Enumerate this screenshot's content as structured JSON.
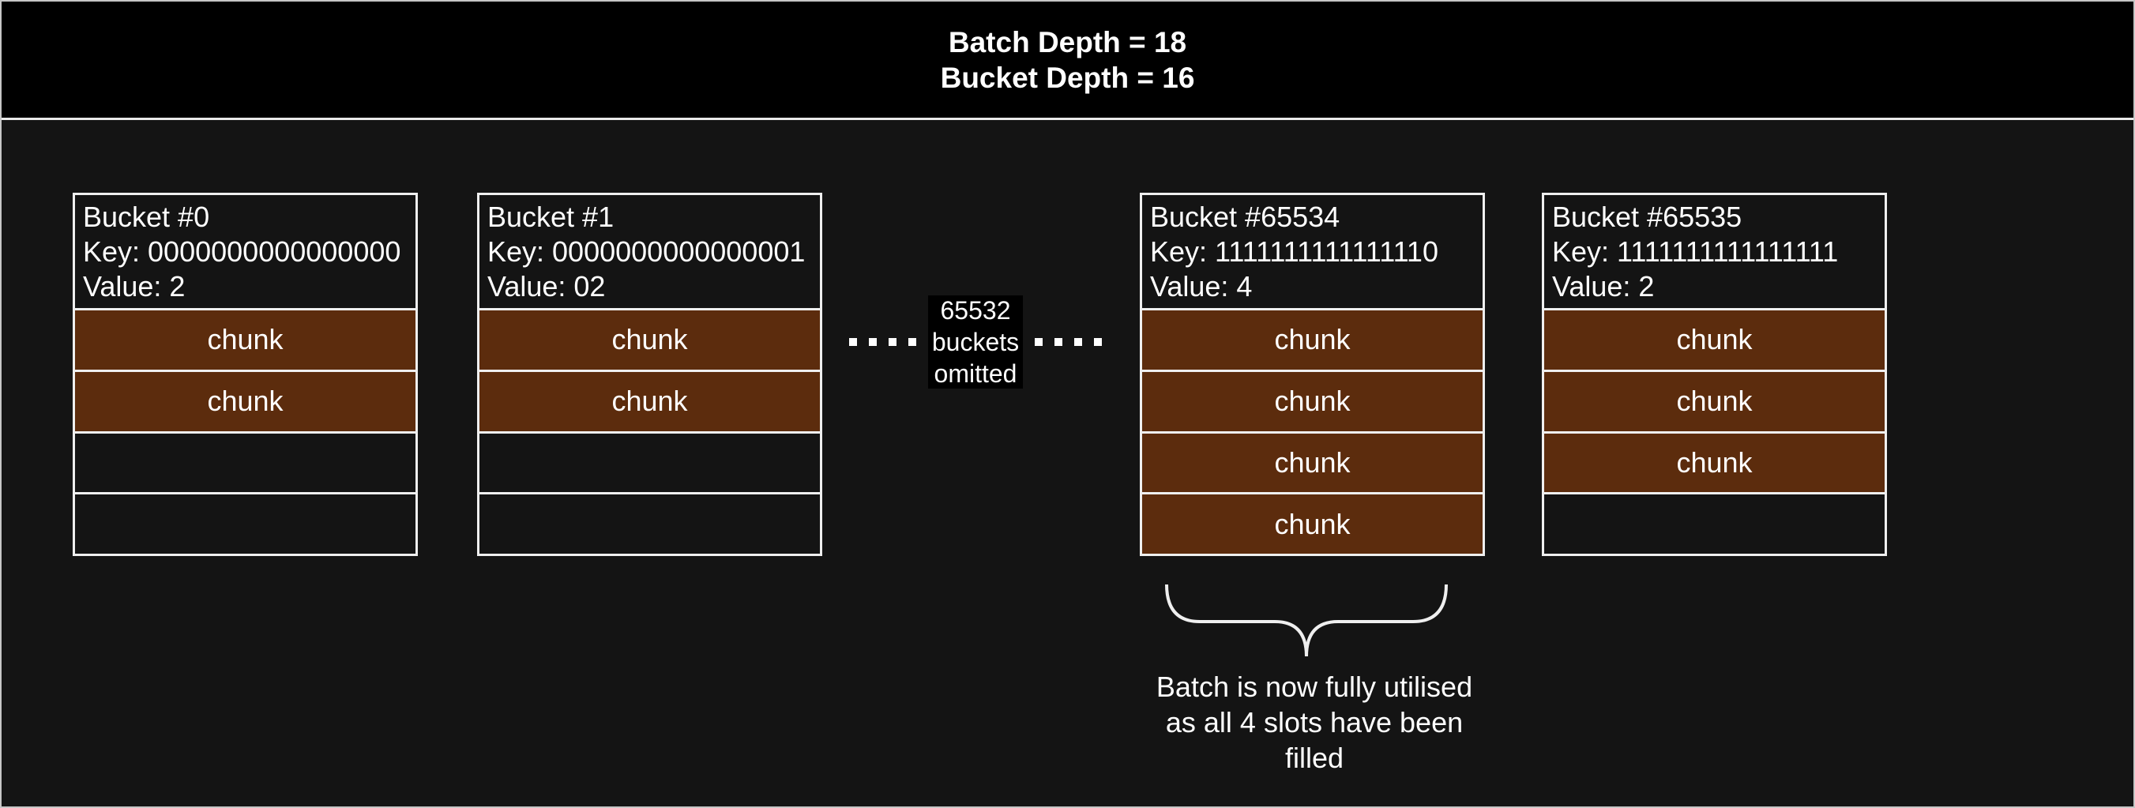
{
  "banner": {
    "lines": [
      "Batch Depth = 18",
      "Bucket Depth = 16"
    ]
  },
  "buckets": [
    {
      "title": "Bucket #0",
      "key_line": "Key: 0000000000000000",
      "value_line": "Value: 2",
      "slots": [
        true,
        true,
        false,
        false
      ]
    },
    {
      "title": "Bucket #1",
      "key_line": "Key: 0000000000000001",
      "value_line": "Value: 02",
      "slots": [
        true,
        true,
        false,
        false
      ]
    },
    {
      "title": "Bucket #65534",
      "key_line": "Key: 1111111111111110",
      "value_line": "Value: 4",
      "slots": [
        true,
        true,
        true,
        true
      ]
    },
    {
      "title": "Bucket #65535",
      "key_line": "Key: 1111111111111111",
      "value_line": "Value: 2",
      "slots": [
        true,
        true,
        true,
        false
      ]
    }
  ],
  "labels": {
    "chunk": "chunk"
  },
  "omitted_label": {
    "lines": [
      "65532",
      "buckets",
      "omitted"
    ]
  },
  "caption": {
    "lines": [
      "Batch is now fully utilised",
      "as all 4 slots have been",
      "filled"
    ]
  },
  "colors": {
    "background": "#141414",
    "banner_background": "#000000",
    "chunk_fill": "#5C2C0D",
    "border_light": "#EFEFEF",
    "text": "#FFFFFF"
  }
}
